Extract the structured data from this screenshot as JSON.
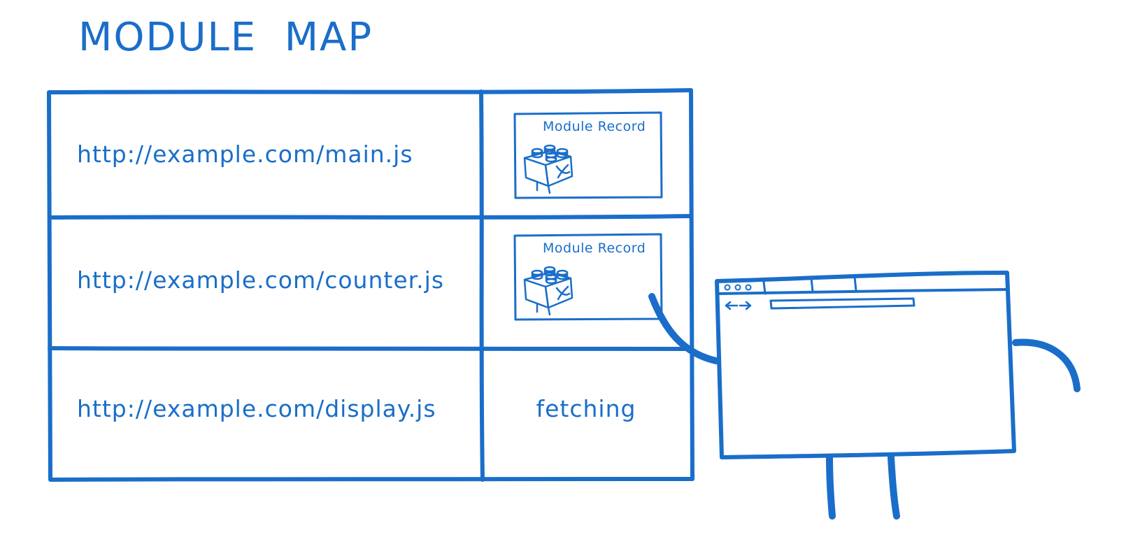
{
  "colors": {
    "ink": "#1a6ec9",
    "background": "#ffffff"
  },
  "title": "MODULE  MAP",
  "module_map": {
    "rows": [
      {
        "url": "http://example.com/main.js",
        "entry": {
          "kind": "module-record",
          "label": "Module Record",
          "icon": "lego-brick-icon"
        }
      },
      {
        "url": "http://example.com/counter.js",
        "entry": {
          "kind": "module-record",
          "label": "Module Record",
          "icon": "lego-brick-icon"
        }
      },
      {
        "url": "http://example.com/display.js",
        "entry": {
          "kind": "status",
          "label": "fetching"
        }
      }
    ]
  },
  "browser_character": {
    "icon": "browser-window-icon",
    "nav_icon": "back-forward-arrows-icon"
  }
}
